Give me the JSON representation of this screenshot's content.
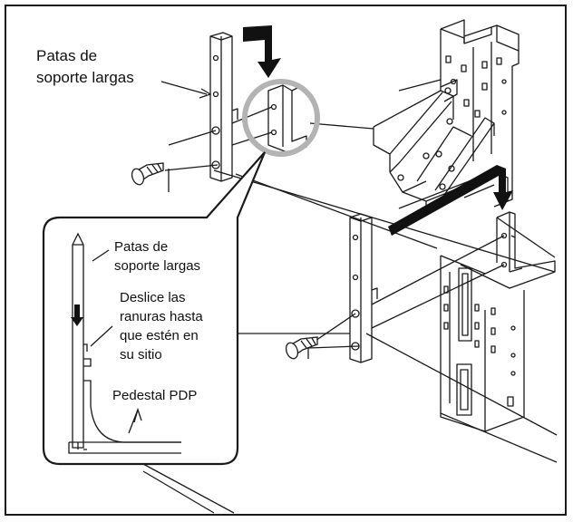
{
  "labels": {
    "main_leg": [
      "Patas de",
      "soporte largas"
    ],
    "inset_leg": [
      "Patas de",
      "soporte largas"
    ],
    "slide_instruction": [
      "Deslice las",
      "ranuras hasta",
      "que estén en",
      "su sitio"
    ],
    "pedestal": "Pedestal PDP"
  },
  "colors": {
    "line": "#1a1a1a",
    "highlight_circle": "#b3b3b3",
    "arrow": "#111111",
    "background": "#ffffff"
  },
  "icons": [
    "down-arrow-icon",
    "screw-icon"
  ]
}
